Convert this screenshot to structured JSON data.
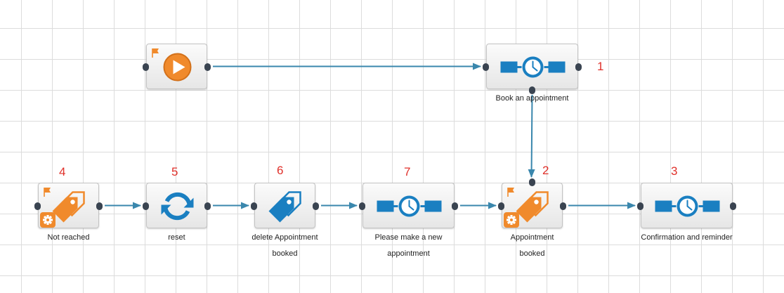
{
  "colors": {
    "grid": "#dcdcdc",
    "edge": "#3a87ad",
    "port": "#3a4451",
    "orange": "#f08a2c",
    "blue": "#1a7fc1",
    "number": "#e0302a"
  },
  "nodes": [
    {
      "id": "start",
      "icon": "play-icon",
      "flag": true,
      "gear": false,
      "number": "",
      "label": []
    },
    {
      "id": "book-appointment",
      "icon": "timer-icon",
      "flag": false,
      "gear": false,
      "number": "1",
      "label": [
        "Book an appointment"
      ]
    },
    {
      "id": "appointment-booked",
      "icon": "tag-icon",
      "flag": true,
      "gear": true,
      "number": "2",
      "label": [
        "Appointment",
        "booked"
      ]
    },
    {
      "id": "confirmation-reminder",
      "icon": "timer-icon",
      "flag": false,
      "gear": false,
      "number": "3",
      "label": [
        "Confirmation and reminder"
      ]
    },
    {
      "id": "not-reached",
      "icon": "tag-icon",
      "flag": true,
      "gear": true,
      "number": "4",
      "label": [
        "Not reached"
      ]
    },
    {
      "id": "reset",
      "icon": "refresh-icon",
      "flag": false,
      "gear": false,
      "number": "5",
      "label": [
        "reset"
      ]
    },
    {
      "id": "delete-appointment-booked",
      "icon": "tag-icon",
      "flag": false,
      "gear": false,
      "number": "6",
      "label": [
        "delete Appointment",
        "booked"
      ]
    },
    {
      "id": "make-new-appointment",
      "icon": "timer-icon",
      "flag": false,
      "gear": false,
      "number": "7",
      "label": [
        "Please make a new",
        "appointment"
      ]
    }
  ],
  "edges": [
    {
      "from": "start",
      "to": "book-appointment"
    },
    {
      "from": "book-appointment",
      "to": "appointment-booked"
    },
    {
      "from": "appointment-booked",
      "to": "confirmation-reminder"
    },
    {
      "from": "not-reached",
      "to": "reset"
    },
    {
      "from": "reset",
      "to": "delete-appointment-booked"
    },
    {
      "from": "delete-appointment-booked",
      "to": "make-new-appointment"
    },
    {
      "from": "make-new-appointment",
      "to": "appointment-booked"
    }
  ]
}
